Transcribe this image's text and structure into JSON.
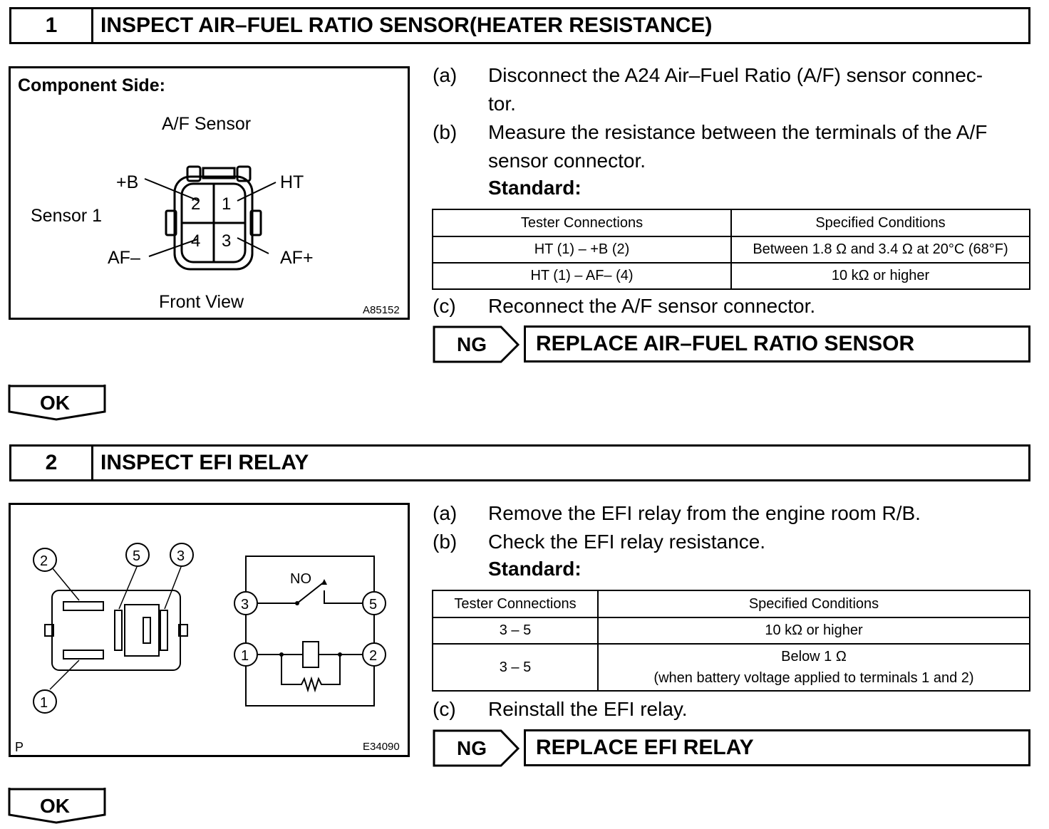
{
  "section1": {
    "num": "1",
    "title": "INSPECT AIR–FUEL RATIO SENSOR(HEATER RESISTANCE)",
    "figure": {
      "heading": "Component Side:",
      "sensor_label": "A/F Sensor",
      "sensor_side": "Sensor 1",
      "view": "Front View",
      "code": "A85152",
      "pins": {
        "b": "+B",
        "ht": "HT",
        "afm": "AF–",
        "afp": "AF+",
        "p1": "1",
        "p2": "2",
        "p3": "3",
        "p4": "4"
      }
    },
    "steps": [
      {
        "label": "(a)",
        "text": "Disconnect the A24 Air–Fuel Ratio (A/F) sensor connec-"
      },
      {
        "label": "",
        "text": "tor."
      },
      {
        "label": "(b)",
        "text": "Measure the resistance between the terminals of the A/F"
      },
      {
        "label": "",
        "text": "sensor connector."
      }
    ],
    "standard": "Standard:",
    "table": {
      "headers": [
        "Tester Connections",
        "Specified Conditions"
      ],
      "rows": [
        [
          "HT (1) – +B (2)",
          "Between 1.8 Ω and 3.4 Ω at 20°C (68°F)"
        ],
        [
          "HT (1) – AF– (4)",
          "10 kΩ or higher"
        ]
      ]
    },
    "step_c": {
      "label": "(c)",
      "text": "Reconnect the A/F sensor connector."
    },
    "ng": {
      "label": "NG",
      "action": "REPLACE AIR–FUEL RATIO SENSOR"
    },
    "ok": "OK"
  },
  "section2": {
    "num": "2",
    "title": "INSPECT EFI RELAY",
    "figure": {
      "code": "E34090",
      "corner": "P",
      "no_label": "NO",
      "t1": "1",
      "t2": "2",
      "t3": "3",
      "t5": "5"
    },
    "steps": [
      {
        "label": "(a)",
        "text": "Remove the EFI relay from the engine room R/B."
      },
      {
        "label": "(b)",
        "text": "Check the EFI relay resistance."
      }
    ],
    "standard": "Standard:",
    "table": {
      "headers": [
        "Tester Connections",
        "Specified Conditions"
      ],
      "rows": [
        [
          "3 – 5",
          "10 kΩ or higher"
        ],
        [
          "3 – 5",
          "Below 1 Ω",
          "(when battery voltage applied to terminals 1 and 2)"
        ]
      ]
    },
    "step_c": {
      "label": "(c)",
      "text": "Reinstall the EFI relay."
    },
    "ng": {
      "label": "NG",
      "action": "REPLACE EFI RELAY"
    },
    "ok": "OK"
  }
}
